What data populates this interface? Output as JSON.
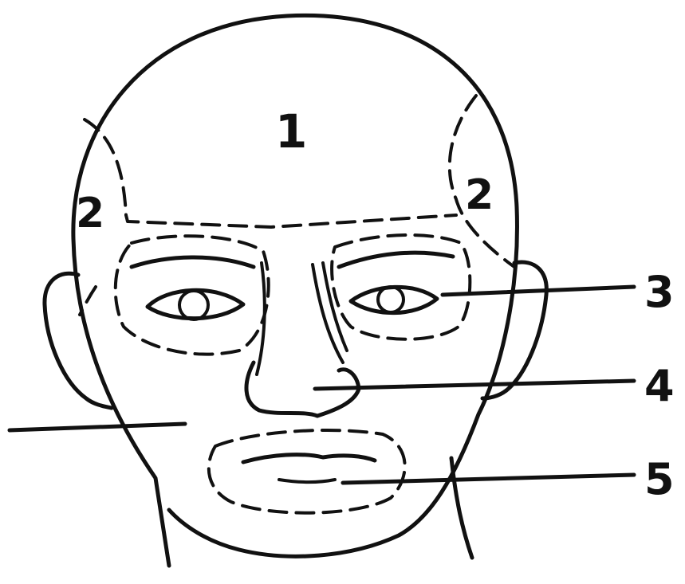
{
  "diagram": {
    "labels": {
      "forehead": "1",
      "temple_left": "2",
      "temple_right": "2",
      "eyes": "3",
      "nose": "4",
      "mouth": "5"
    }
  }
}
